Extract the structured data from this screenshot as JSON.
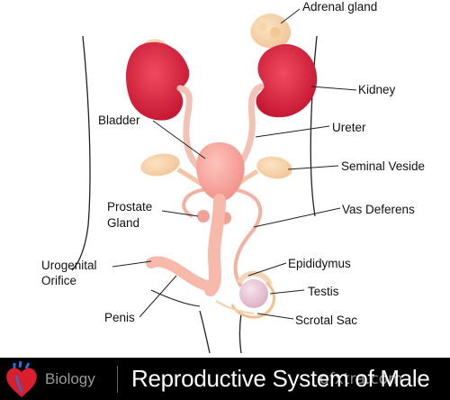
{
  "labels": {
    "adrenal_gland": "Adrenal gland",
    "kidney": "Kidney",
    "bladder": "Bladder",
    "ureter": "Ureter",
    "seminal_vesicle": "Seminal Veside",
    "prostate_line1": "Prostate",
    "prostate_line2": "Gland",
    "vas_deferens": "Vas Deferens",
    "urogenital_line1": "Urogenital",
    "urogenital_line2": "Orifice",
    "epididymus": "Epididymus",
    "testis": "Testis",
    "penis": "Penis",
    "scrotal_sac": "Scrotal Sac"
  },
  "footer": {
    "subject": "Biology",
    "title": "Reproductive System of Male",
    "watermark": "gfxtra.com"
  },
  "colors": {
    "kidney": "#d81f3a",
    "ureter": "#f2c2b4",
    "bladder": "#f59b92",
    "adrenal": "#f3d6a6",
    "footer_bg": "#000000"
  },
  "icons": {
    "footer_icon": "heart-anatomy-icon"
  }
}
